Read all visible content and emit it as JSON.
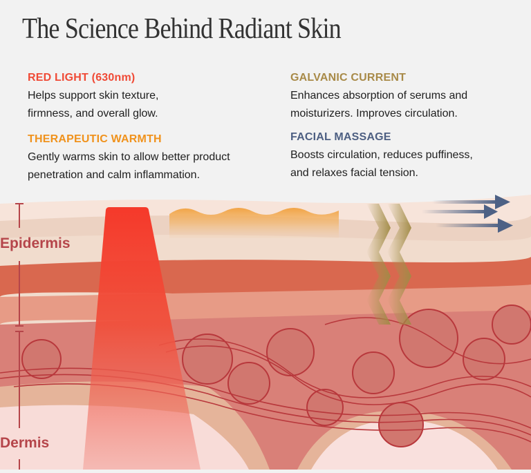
{
  "title": "The Science Behind Radiant Skin",
  "features": [
    {
      "id": "red-light",
      "heading": "RED LIGHT (630nm)",
      "description": "Helps support skin texture, firmness, and overall glow.",
      "lines": [
        "Helps support skin texture,",
        "firmness, and overall glow."
      ],
      "color": "#f04a36",
      "icon": "red-light-beam-icon"
    },
    {
      "id": "therapeutic-warmth",
      "heading": "THERAPEUTIC WARMTH",
      "description": "Gently warms skin to allow better product penetration and calm inflammation.",
      "lines": [
        "Gently warms skin to allow better product",
        "penetration and calm inflammation."
      ],
      "color": "#f0921c",
      "icon": "warmth-wave-icon"
    },
    {
      "id": "galvanic-current",
      "heading": "GALVANIC CURRENT",
      "description": "Enhances absorption of serums and moisturizers. Improves circulation.",
      "lines": [
        "Enhances absorption of serums and",
        "moisturizers. Improves circulation."
      ],
      "color": "#a88a48",
      "icon": "galvanic-chevron-icon"
    },
    {
      "id": "facial-massage",
      "heading": "FACIAL MASSAGE",
      "description": "Boosts circulation, reduces puffiness, and relaxes facial tension.",
      "lines": [
        "Boosts circulation, reduces puffiness,",
        "and relaxes facial tension."
      ],
      "color": "#4d5f82",
      "icon": "massage-arrows-icon"
    }
  ],
  "diagram": {
    "layers": [
      {
        "label": "Epidermis"
      },
      {
        "label": "Dermis"
      }
    ],
    "colors": {
      "label": "#b5454a",
      "red_beam": "#f2402f",
      "warmth": "#f2a445",
      "galvanic": "#a89650",
      "massage": "#4d6185",
      "band": "#d9684f",
      "dermis": "#d98078",
      "fiber": "#b8383c"
    }
  }
}
